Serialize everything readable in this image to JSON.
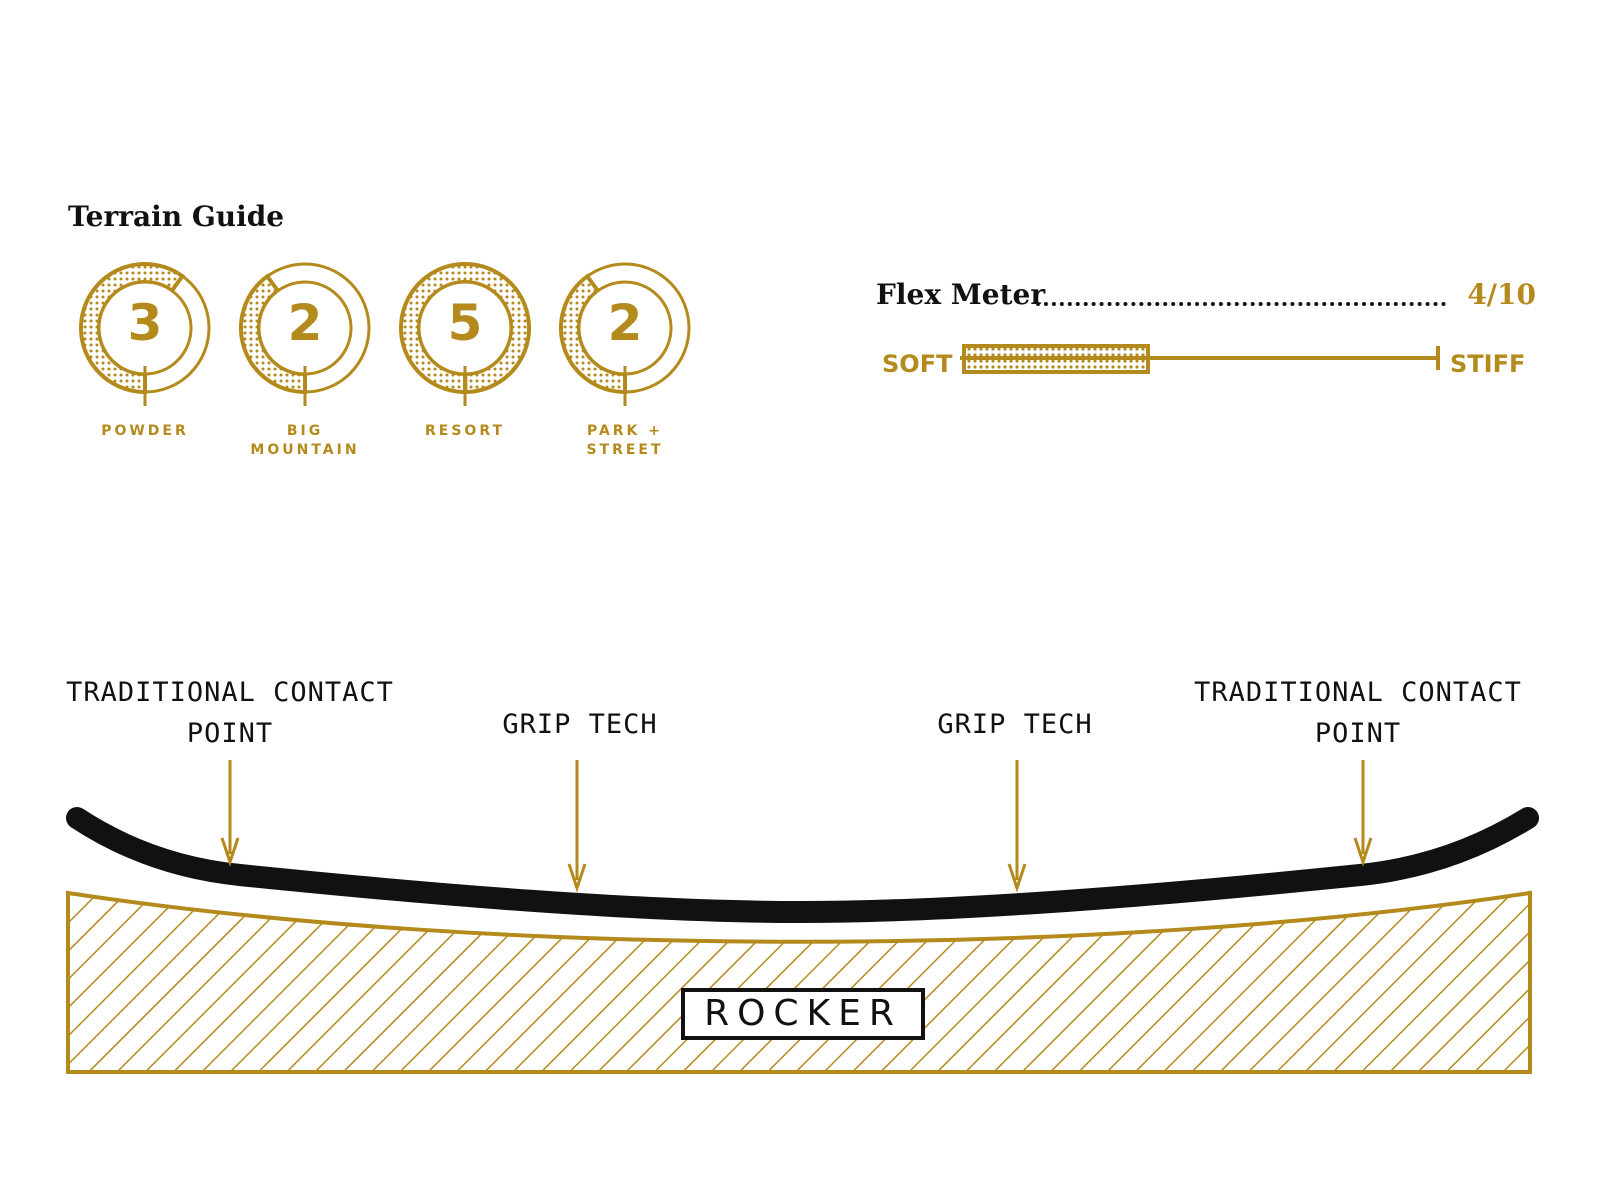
{
  "terrain_guide": {
    "title": "Terrain Guide",
    "max_rating": 5,
    "dials": [
      {
        "rating": 3,
        "display": "3",
        "label": "POWDER"
      },
      {
        "rating": 2,
        "display": "2",
        "label": "BIG\nMOUNTAIN"
      },
      {
        "rating": 5,
        "display": "5",
        "label": "RESORT"
      },
      {
        "rating": 2,
        "display": "2",
        "label": "PARK +\nSTREET"
      }
    ]
  },
  "flex_meter": {
    "title": "Flex Meter",
    "score_text": "4/10",
    "value": 4,
    "max": 10,
    "min_label": "SOFT",
    "max_label": "STIFF"
  },
  "profile": {
    "callouts": [
      {
        "label": "TRADITIONAL CONTACT\nPOINT"
      },
      {
        "label": "GRIP TECH"
      },
      {
        "label": "GRIP TECH"
      },
      {
        "label": "TRADITIONAL CONTACT\nPOINT"
      }
    ],
    "badge": "ROCKER"
  },
  "colors": {
    "gold": "#b48a1c",
    "ink": "#111111",
    "background": "#ffffff"
  }
}
